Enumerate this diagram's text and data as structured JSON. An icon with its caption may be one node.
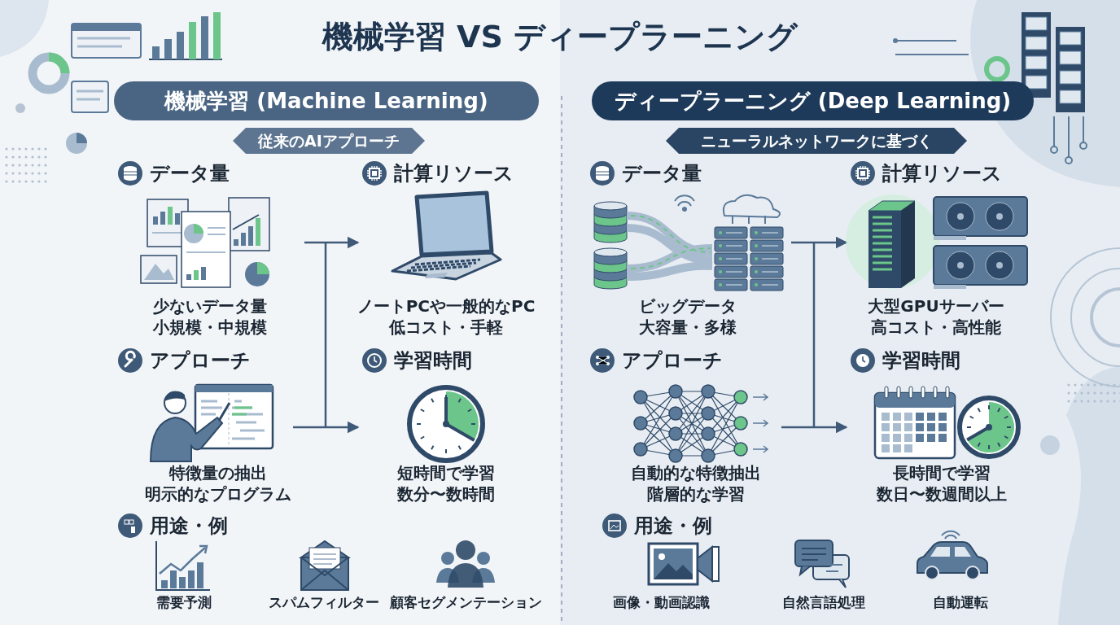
{
  "diagram": {
    "title": "機械学習 VS ディープラーニング",
    "nodes": [
      {
        "text": [
          "機械学習 (Machine Learning)"
        ]
      },
      {
        "text": [
          "従来のAIアプローチ"
        ]
      },
      {
        "text": [
          "データ量",
          "少ないデータ量",
          "小規模・中規模"
        ]
      },
      {
        "text": [
          "計算リソース",
          "ノートPCや一般的なPC",
          "低コスト・手軽"
        ]
      },
      {
        "text": [
          "アプローチ",
          "特徴量の抽出",
          "明示的なプログラム"
        ]
      },
      {
        "text": [
          "学習時間",
          "短時間で学習",
          "数分〜数時間"
        ]
      },
      {
        "text": [
          "ディープラーニング (Deep Learning)"
        ]
      },
      {
        "text": [
          "ニューラルネットワークに基づく"
        ]
      },
      {
        "text": [
          "データ量",
          "ビッグデータ",
          "大容量・多様"
        ]
      },
      {
        "text": [
          "計算リソース",
          "大型GPUサーバー",
          "高コスト・高性能"
        ]
      },
      {
        "text": [
          "アプローチ",
          "自動的な特徴抽出",
          "階層的な学習"
        ]
      },
      {
        "text": [
          "学習時間",
          "長時間で学習",
          "数日〜数週間以上"
        ]
      }
    ],
    "edges": [
      {
        "from": 2,
        "to": 3,
        "arrow": "to"
      },
      {
        "from": 4,
        "to": 5,
        "arrow": "to"
      },
      {
        "from": 8,
        "to": 9,
        "arrow": "to"
      },
      {
        "from": 10,
        "to": 11,
        "arrow": "to"
      }
    ],
    "labels": [
      "用途・例",
      "需要予測",
      "スパムフィルター",
      "顧客セグメンテーション",
      "用途・例",
      "画像・動画認識",
      "自然言語処理",
      "自動運転"
    ]
  }
}
